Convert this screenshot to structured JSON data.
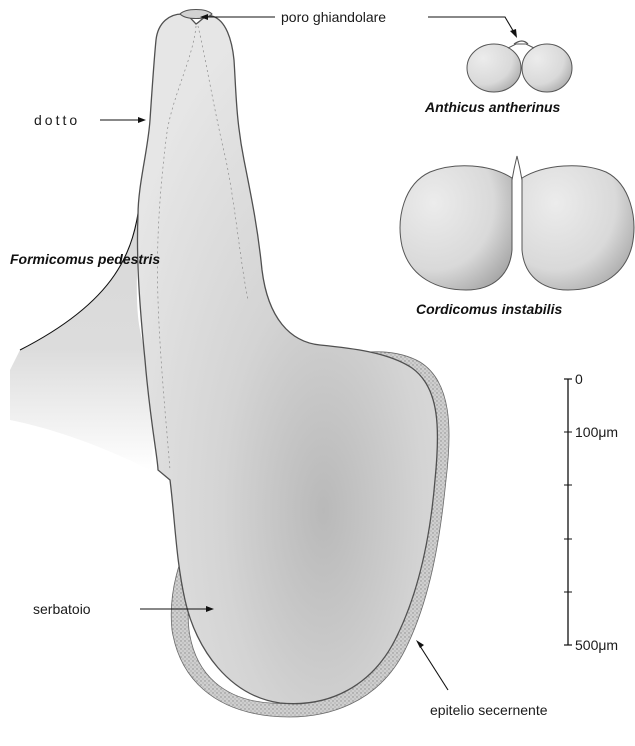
{
  "labels": {
    "poro": "poro ghiandolare",
    "dotto": "dotto",
    "serbatoio": "serbatoio",
    "epitelio": "epitelio secernente"
  },
  "species": {
    "formicomus": "Formicomus pedestris",
    "anthicus": "Anthicus antherinus",
    "cordicomus": "Cordicomus instabilis"
  },
  "scale": {
    "tick_top": "0",
    "tick_100": "100μm",
    "tick_500": "500μm"
  },
  "colors": {
    "background": "#ffffff",
    "organ_light": "#e0e0e0",
    "organ_dark": "#a9a9a9",
    "outline": "#555555",
    "ink": "#111111"
  }
}
